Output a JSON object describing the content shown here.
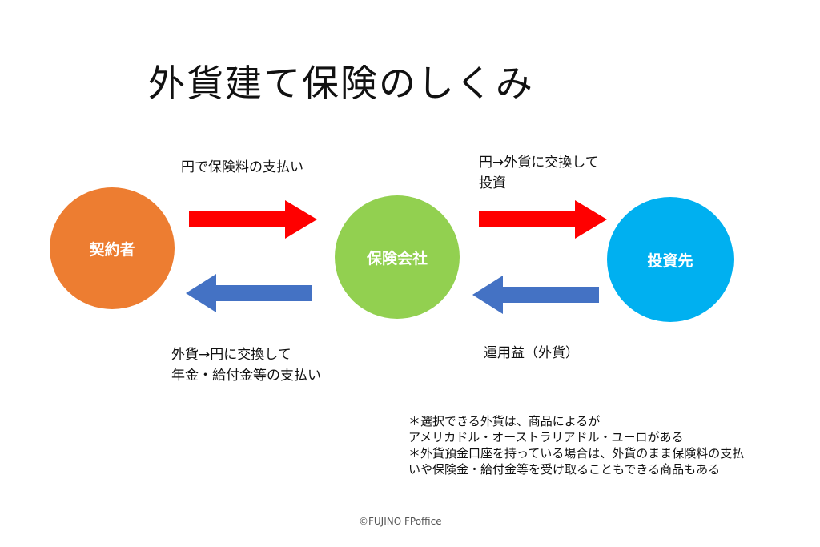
{
  "title": "外貨建て保険のしくみ",
  "nodes": {
    "contractor": "契約者",
    "insurer": "保険会社",
    "investment": "投資先"
  },
  "labels": {
    "premium_payment": "円で保険料の支払い",
    "exchange_invest_line1": "円→外貨に交換して",
    "exchange_invest_line2": "投資",
    "exchange_pay_line1": "外貨→円に交換して",
    "exchange_pay_line2": "年金・給付金等の支払い",
    "returns": "運用益（外貨）"
  },
  "notes": [
    "＊選択できる外貨は、商品によるが",
    "アメリカドル・オーストラリアドル・ユーロがある",
    "＊外貨預金口座を持っている場合は、外貨のまま保険料の支払",
    "いや保険金・給付金等を受け取ることもできる商品もある"
  ],
  "copyright": "©FUJINO FPoffice",
  "colors": {
    "contractor": "#ED7D31",
    "insurer": "#92D050",
    "investment": "#00B0F0",
    "arrow_forward": "#FF0000",
    "arrow_back": "#4472C4"
  }
}
